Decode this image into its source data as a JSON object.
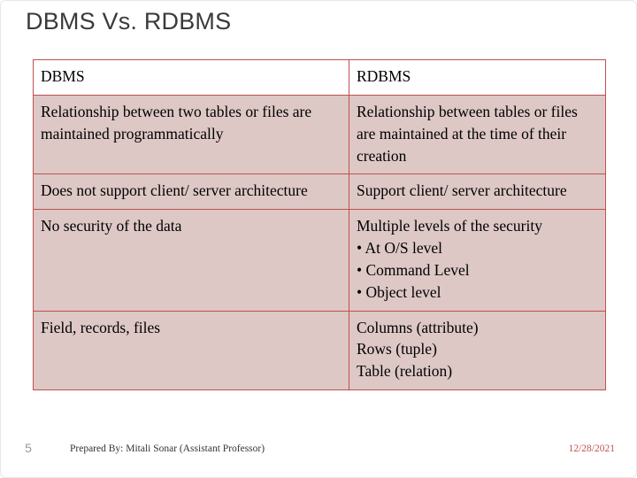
{
  "slide": {
    "title": "DBMS Vs. RDBMS",
    "accent_color": "#c0504d",
    "cell_fill": "#ddc8c6",
    "table": {
      "headers": [
        "DBMS",
        "RDBMS"
      ],
      "rows": [
        {
          "left": [
            "Relationship between two tables or files are maintained programmatically"
          ],
          "right": [
            "Relationship between tables or files are maintained at the time of their creation"
          ]
        },
        {
          "left": [
            "Does not support client/ server architecture"
          ],
          "right": [
            "Support client/ server architecture"
          ]
        },
        {
          "left": [
            "No security of the data"
          ],
          "right": [
            "Multiple levels of the security",
            "• At O/S level",
            "• Command Level",
            "• Object level"
          ]
        },
        {
          "left": [
            "Field, records, files"
          ],
          "right": [
            "Columns (attribute)",
            "Rows (tuple)",
            "Table (relation)"
          ]
        }
      ]
    },
    "footer": {
      "slide_number": "5",
      "prepared_by": "Prepared By: Mitali Sonar (Assistant Professor)",
      "date": "12/28/2021"
    }
  }
}
